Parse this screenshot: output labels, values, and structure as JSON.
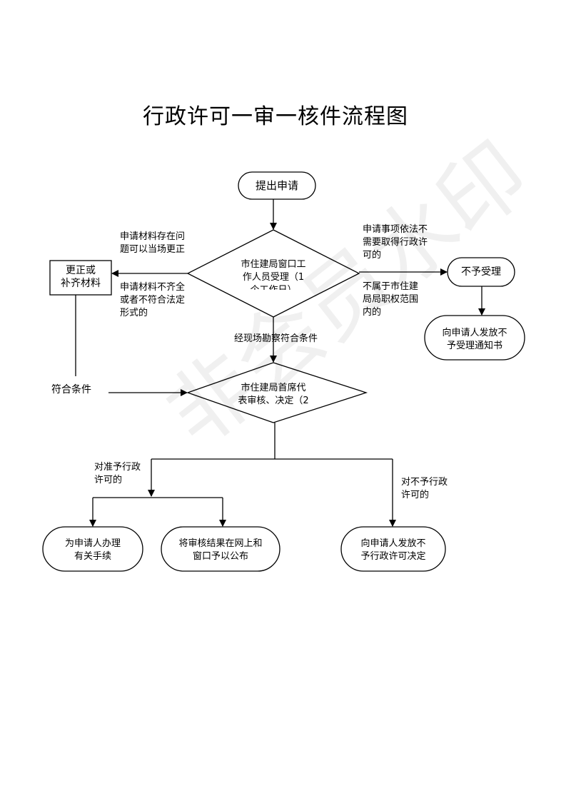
{
  "title": "行政许可一审一核件流程图",
  "nodes": {
    "start": "提出申请",
    "review_line1": "市住建局窗口工",
    "review_line2": "作人员受理（1",
    "review_line3": "个工作日）",
    "correct_line1": "更正或",
    "correct_line2": "补齐材料",
    "reject": "不予受理",
    "notice_line1": "向申请人发放不",
    "notice_line2": "予受理通知书",
    "approve_line1": "市住建局首席代",
    "approve_line2": "表审核、决定（2",
    "handle_line1": "为申请人办理",
    "handle_line2": "有关手续",
    "publish_line1": "将审核结果在网上和",
    "publish_line2": "窗口予以公布",
    "deny_line1": "向申请人发放不",
    "deny_line2": "予行政许可决定"
  },
  "labels": {
    "problem_line1": "申请材料存在问",
    "problem_line2": "题可以当场更正",
    "incomplete_line1": "申请材料不齐全",
    "incomplete_line2": "或者不符合法定",
    "incomplete_line3": "形式的",
    "no_permit_line1": "申请事项依法不",
    "no_permit_line2": "需要取得行政许",
    "no_permit_line3": "可的",
    "out_scope_line1": "不属于市住建",
    "out_scope_line2": "局局职权范围",
    "out_scope_line3": "内的",
    "inspect": "经现场勘察符合条件",
    "meets": "符合条件",
    "grant_line1": "对准予行政",
    "grant_line2": "许可的",
    "not_grant_line1": "对不予行政",
    "not_grant_line2": "许可的"
  },
  "watermark": "非会员水印"
}
